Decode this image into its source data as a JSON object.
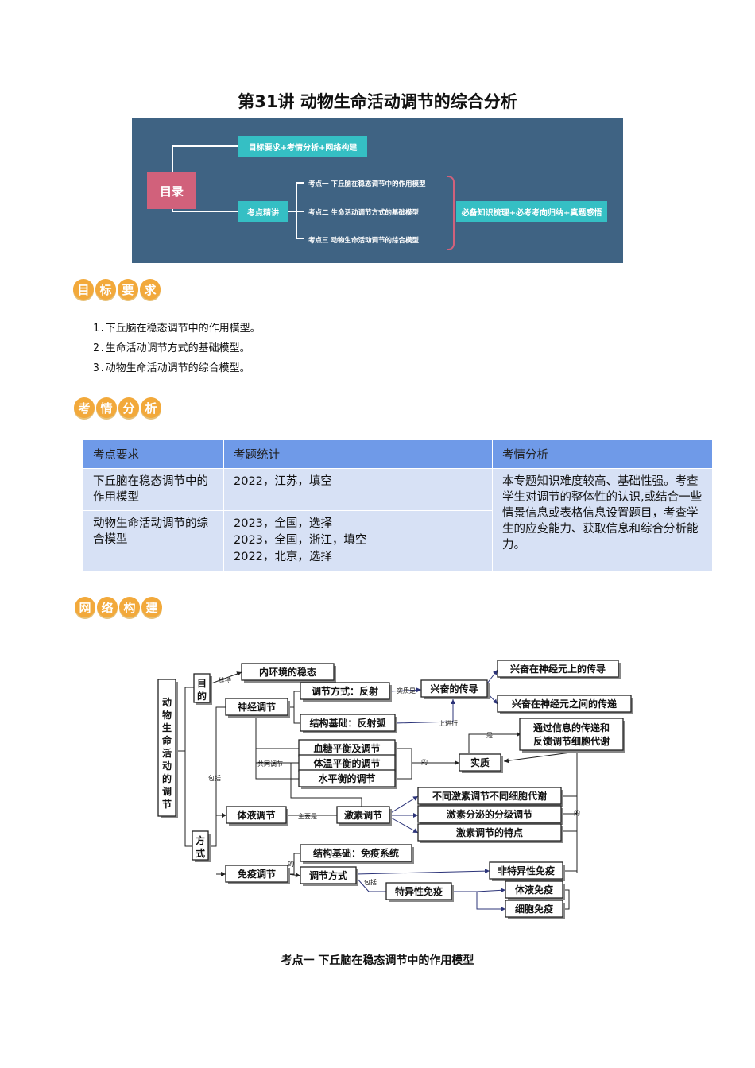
{
  "title": "第31讲  动物生命活动调节的综合分析",
  "toc": {
    "root": "目录",
    "branch1": "目标要求+考情分析+网络构建",
    "branch2": "考点精讲",
    "items": [
      "考点一 下丘脑在稳态调节中的作用模型",
      "考点二 生命活动调节方式的基础模型",
      "考点三 动物生命活动调节的综合模型"
    ],
    "side": "必备知识梳理+必考考向归纳+真题感悟"
  },
  "badges": {
    "goals": [
      "目",
      "标",
      "要",
      "求"
    ],
    "analysis": [
      "考",
      "情",
      "分",
      "析"
    ],
    "network": [
      "网",
      "络",
      "构",
      "建"
    ]
  },
  "requirements": [
    "1.下丘脑在稳态调节中的作用模型。",
    "2.生命活动调节方式的基础模型。",
    "3.动物生命活动调节的综合模型。"
  ],
  "table": {
    "headers": [
      "考点要求",
      "考题统计",
      "考情分析"
    ],
    "rows": [
      {
        "req": "下丘脑在稳态调节中的作用模型",
        "stats": [
          "2022，江苏，填空"
        ]
      },
      {
        "req": "动物生命活动调节的综合模型",
        "stats": [
          "2023，全国，选择",
          "2023，全国，浙江，填空",
          "2022，北京，选择"
        ]
      }
    ],
    "analysis": "本专题知识难度较高、基础性强。考查学生对调节的整体性的认识,或结合一些情景信息或表格信息设置题目，考查学生的应变能力、获取信息和综合分析能力。"
  },
  "diagram": {
    "root": "动物生命活动的调节",
    "purpose": "目的",
    "method": "方式",
    "homeostasis": "内环境的稳态",
    "nervous": "神经调节",
    "regulation_mode": "调节方式：反射",
    "structure": "结构基础：反射弧",
    "excitation": "兴奋的传导",
    "excite1": "兴奋在神经元上的传导",
    "excite2": "兴奋在神经元之间的传递",
    "sugar": "血糖平衡及调节",
    "temp": "体温平衡的调节",
    "water": "水平衡的调节",
    "essence": "实质",
    "essence_desc1": "通过信息的传递和",
    "essence_desc2": "反馈调节细胞代谢",
    "humoral": "体液调节",
    "hormone": "激素调节",
    "h1": "不同激素调节不同细胞代谢",
    "h2": "激素分泌的分级调节",
    "h3": "激素调节的特点",
    "immune": "免疫调节",
    "immune_struct": "结构基础：免疫系统",
    "immune_mode": "调节方式",
    "nonspecific": "非特异性免疫",
    "specific": "特异性免疫",
    "humoral_imm": "体液免疫",
    "cell_imm": "细胞免疫",
    "labels": {
      "maintain": "维持",
      "essence_is": "实质是",
      "up": "上进行",
      "common": "共同调节",
      "of": "的",
      "is": "是",
      "include": "包括",
      "mainly": "主要是"
    }
  },
  "section_heading": "考点一    下丘脑在稳态调节中的作用模型"
}
